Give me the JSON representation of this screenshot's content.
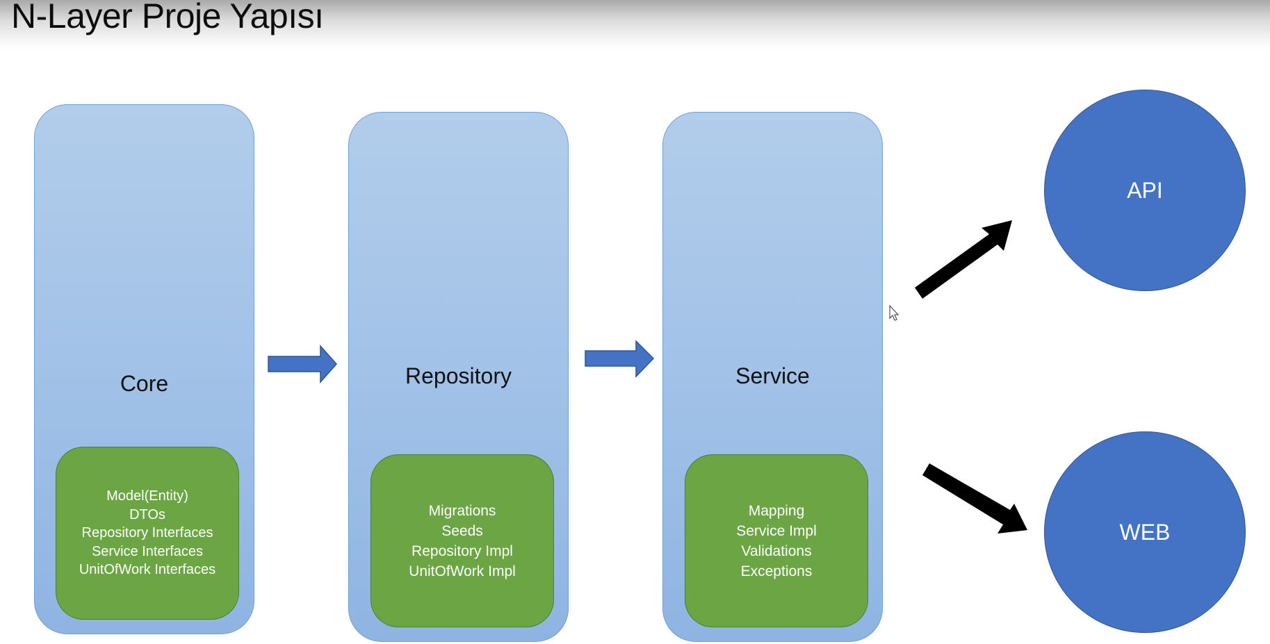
{
  "title": "N-Layer Proje Yapısı",
  "layers": [
    {
      "name": "Core",
      "items": [
        "Model(Entity)",
        "DTOs",
        "Repository Interfaces",
        "Service Interfaces",
        "UnitOfWork Interfaces"
      ]
    },
    {
      "name": "Repository",
      "items": [
        "Migrations",
        "Seeds",
        "Repository Impl",
        "UnitOfWork Impl"
      ]
    },
    {
      "name": "Service",
      "items": [
        "Mapping",
        "Service Impl",
        "Validations",
        "Exceptions"
      ]
    }
  ],
  "outputs": [
    {
      "name": "API"
    },
    {
      "name": "WEB"
    }
  ],
  "colors": {
    "layer_fill": "#9ebfe6",
    "inner_fill": "#6ca544",
    "circle_fill": "#4472c4",
    "flow_arrow": "#4472c4",
    "output_arrow": "#000000"
  }
}
